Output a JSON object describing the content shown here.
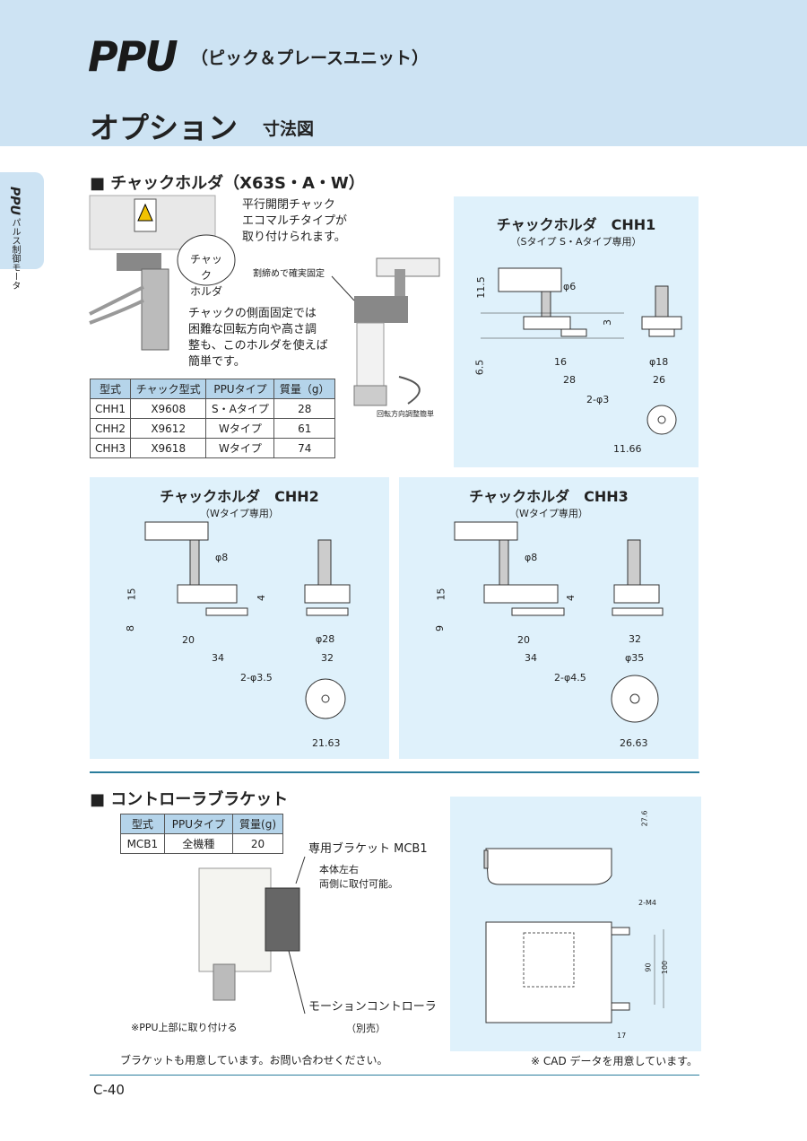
{
  "header": {
    "logo": "PPU",
    "subtitle": "（ピック＆プレースユニット）",
    "title": "オプション",
    "title_sub": "寸法図"
  },
  "side": {
    "logo": "PPU",
    "label": "パルス制御モータ"
  },
  "chuck": {
    "heading": "■ チャックホルダ（X63S・A・W）",
    "desc": "平行開閉チャック エコマルチタイプが 取り付けられます。",
    "desc_lines": [
      "平行開閉チャック",
      "エコマルチタイプが",
      "取り付けられます。"
    ],
    "callout": "チャック ホルダ",
    "callout_lines": [
      "チャック",
      "ホルダ"
    ],
    "note_lines": [
      "チャックの側面固定では",
      "困難な回転方向や高さ調",
      "整も、このホルダを使えば",
      "簡単です。"
    ],
    "photo_label1": "割締めで確実固定",
    "photo_label2": "回転方向調整簡単",
    "table": {
      "headers": [
        "型式",
        "チャック型式",
        "PPUタイプ",
        "質量（g）"
      ],
      "rows": [
        [
          "CHH1",
          "X9608",
          "S・Aタイプ",
          "28"
        ],
        [
          "CHH2",
          "X9612",
          "Wタイプ",
          "61"
        ],
        [
          "CHH3",
          "X9618",
          "Wタイプ",
          "74"
        ]
      ]
    }
  },
  "chh1": {
    "title": "チャックホルダ　CHH1",
    "sub": "（Sタイプ S・Aタイプ専用）",
    "dims": [
      "11.5",
      "φ6",
      "3",
      "6.5",
      "16",
      "28",
      "φ18",
      "26",
      "2-φ3",
      "11.66"
    ]
  },
  "chh2": {
    "title": "チャックホルダ　CHH2",
    "sub": "（Wタイプ専用）",
    "dims": [
      "φ8",
      "15",
      "4",
      "8",
      "20",
      "34",
      "φ28",
      "32",
      "2-φ3.5",
      "21.63"
    ]
  },
  "chh3": {
    "title": "チャックホルダ　CHH3",
    "sub": "（Wタイプ専用）",
    "dims": [
      "φ8",
      "15",
      "4",
      "9",
      "20",
      "34",
      "32",
      "φ35",
      "2-φ4.5",
      "26.63"
    ]
  },
  "bracket": {
    "heading": "■ コントローラブラケット",
    "table": {
      "headers": [
        "型式",
        "PPUタイプ",
        "質量(g)"
      ],
      "rows": [
        [
          "MCB1",
          "全機種",
          "20"
        ]
      ]
    },
    "label1": "専用ブラケット MCB1",
    "label2_lines": [
      "本体左右",
      "両側に取付可能。"
    ],
    "label3": "モーションコントローラ",
    "label4": "（別売）",
    "note": "※PPU上部に取り付ける",
    "dims": [
      "27.6",
      "2-M4",
      "90",
      "100",
      "17"
    ],
    "footer_left": "ブラケットも用意しています。お問い合わせください。",
    "footer_right": "※ CAD データを用意しています。"
  },
  "page": {
    "number": "C-40"
  }
}
